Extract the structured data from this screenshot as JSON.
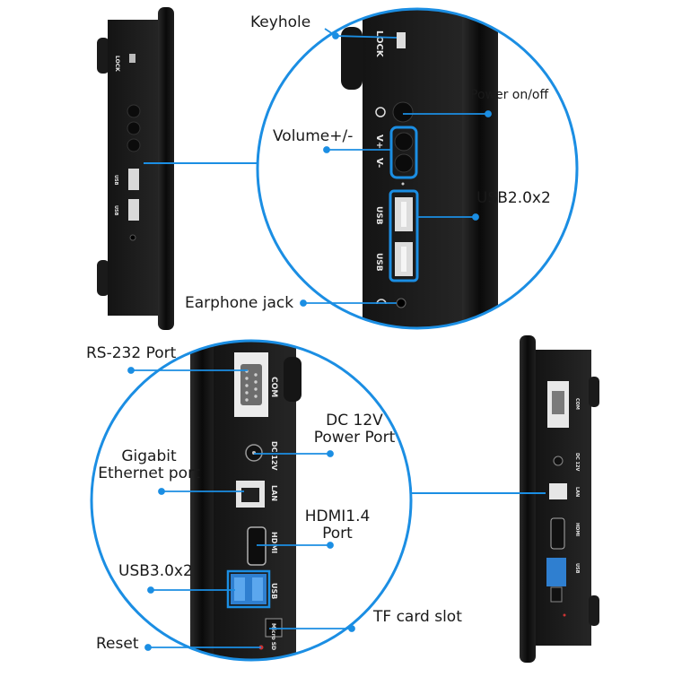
{
  "top_panel": {
    "labels": {
      "keyhole": "Keyhole",
      "power": "Power on/off",
      "volume": "Volume+/-",
      "usb2": "USB2.0x2",
      "earphone": "Earphone jack"
    },
    "silkscreen": {
      "lock": "LOCK",
      "vplus": "V+",
      "vminus": "V-",
      "usb": "USB"
    }
  },
  "bottom_panel": {
    "labels": {
      "rs232": "RS-232 Port",
      "dc_line1": "DC 12V",
      "dc_line2": "Power Port",
      "gigabit_line1": "Gigabit",
      "gigabit_line2": "Ethernet port",
      "hdmi_line1": "HDMI1.4",
      "hdmi_line2": "Port",
      "usb3": "USB3.0x2",
      "tf": "TF card slot",
      "reset": "Reset"
    },
    "silkscreen": {
      "com": "COM",
      "dc": "DC 12V",
      "lan": "LAN",
      "hdmi": "HDMI",
      "usb": "USB",
      "microsd": "Micro SD"
    }
  },
  "colors": {
    "callout_blue": "#1b8ee3",
    "bezel": "#0e0e0e",
    "panel": "#1c1c1c",
    "usb3_blue": "#2f7fd0",
    "label_text": "#1a1a1a"
  }
}
